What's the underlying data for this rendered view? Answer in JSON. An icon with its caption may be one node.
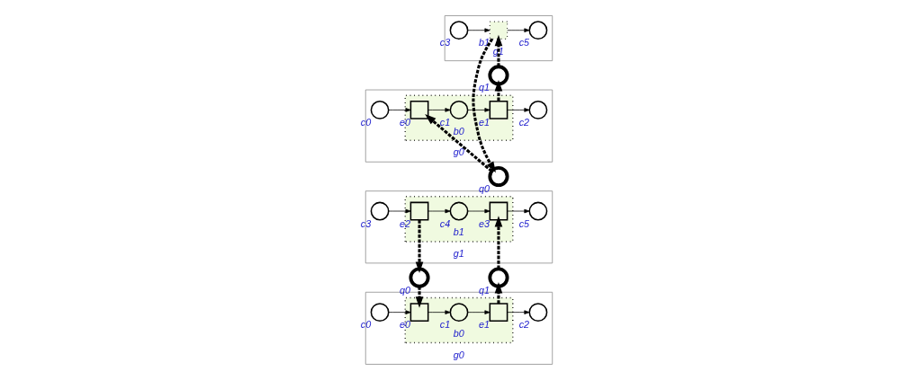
{
  "diagram": {
    "nodes": [
      {
        "text": [
          "g0"
        ]
      },
      {
        "text": [
          "b0"
        ],
        "in": 0
      },
      {
        "text": [],
        "shape": "circle",
        "beside": [
          "c0"
        ],
        "in": 0
      },
      {
        "text": [],
        "shape": "box",
        "beside": [
          "e0"
        ],
        "in": 1
      },
      {
        "text": [],
        "shape": "circle",
        "beside": [
          "c1"
        ],
        "in": 1
      },
      {
        "text": [],
        "shape": "box",
        "beside": [
          "e1"
        ],
        "in": 1
      },
      {
        "text": [],
        "shape": "circle",
        "beside": [
          "c2"
        ],
        "in": 0
      },
      {
        "text": [],
        "shape": "circle",
        "beside": [
          "q0"
        ]
      },
      {
        "text": [],
        "shape": "circle",
        "beside": [
          "q1"
        ]
      },
      {
        "text": [
          "g1"
        ]
      },
      {
        "text": [
          "b1"
        ],
        "in": 9
      },
      {
        "text": [],
        "shape": "circle",
        "beside": [
          "c3"
        ],
        "in": 9
      },
      {
        "text": [],
        "shape": "box",
        "beside": [
          "e2"
        ],
        "in": 10
      },
      {
        "text": [],
        "shape": "circle",
        "beside": [
          "c4"
        ],
        "in": 10
      },
      {
        "text": [],
        "shape": "box",
        "beside": [
          "e3"
        ],
        "in": 10
      },
      {
        "text": [],
        "shape": "circle",
        "beside": [
          "c5"
        ],
        "in": 9
      },
      {
        "text": [
          "g0"
        ]
      },
      {
        "text": [
          "b0"
        ],
        "in": 16
      },
      {
        "text": [],
        "shape": "circle",
        "beside": [
          "c0"
        ],
        "in": 16
      },
      {
        "text": [],
        "shape": "box",
        "beside": [
          "e0"
        ],
        "in": 17
      },
      {
        "text": [],
        "shape": "circle",
        "beside": [
          "c1"
        ],
        "in": 17
      },
      {
        "text": [],
        "shape": "box",
        "beside": [
          "e1"
        ],
        "in": 17
      },
      {
        "text": [],
        "shape": "circle",
        "beside": [
          "c2"
        ],
        "in": 16
      },
      {
        "text": [],
        "shape": "circle",
        "beside": [
          "q0"
        ]
      },
      {
        "text": [],
        "shape": "circle",
        "beside": [
          "q1"
        ]
      },
      {
        "text": [
          "g1"
        ]
      },
      {
        "text": [],
        "shape": "box",
        "beside": [
          "b1"
        ],
        "in": 25
      },
      {
        "text": [],
        "shape": "circle",
        "beside": [
          "c3"
        ],
        "in": 25
      },
      {
        "text": [],
        "shape": "circle",
        "beside": [
          "c5"
        ],
        "in": 25
      }
    ],
    "edges": [
      {
        "from": 2,
        "to": 3,
        "arrow": "to"
      },
      {
        "from": 3,
        "to": 4,
        "arrow": "to"
      },
      {
        "from": 4,
        "to": 5,
        "arrow": "to"
      },
      {
        "from": 5,
        "to": 6,
        "arrow": "to"
      },
      {
        "from": 12,
        "to": 7,
        "arrow": "to",
        "style": "dashed"
      },
      {
        "from": 7,
        "to": 3,
        "arrow": "to",
        "style": "dashed"
      },
      {
        "from": 5,
        "to": 8,
        "arrow": "to",
        "style": "dashed"
      },
      {
        "from": 8,
        "to": 14,
        "arrow": "to",
        "style": "dashed"
      },
      {
        "from": 11,
        "to": 12,
        "arrow": "to"
      },
      {
        "from": 12,
        "to": 13,
        "arrow": "to"
      },
      {
        "from": 13,
        "to": 14,
        "arrow": "to"
      },
      {
        "from": 14,
        "to": 15,
        "arrow": "to"
      },
      {
        "from": 18,
        "to": 19,
        "arrow": "to"
      },
      {
        "from": 19,
        "to": 20,
        "arrow": "to"
      },
      {
        "from": 20,
        "to": 21,
        "arrow": "to"
      },
      {
        "from": 21,
        "to": 22,
        "arrow": "to"
      },
      {
        "from": 23,
        "to": 19,
        "arrow": "to",
        "style": "dashed"
      },
      {
        "from": 21,
        "to": 24,
        "arrow": "to",
        "style": "dashed"
      },
      {
        "from": 26,
        "to": 23,
        "arrow": "to",
        "style": "dashed"
      },
      {
        "from": 24,
        "to": 26,
        "arrow": "to",
        "style": "dashed"
      },
      {
        "from": 27,
        "to": 26,
        "arrow": "to"
      },
      {
        "from": 26,
        "to": 28,
        "arrow": "to"
      }
    ]
  }
}
